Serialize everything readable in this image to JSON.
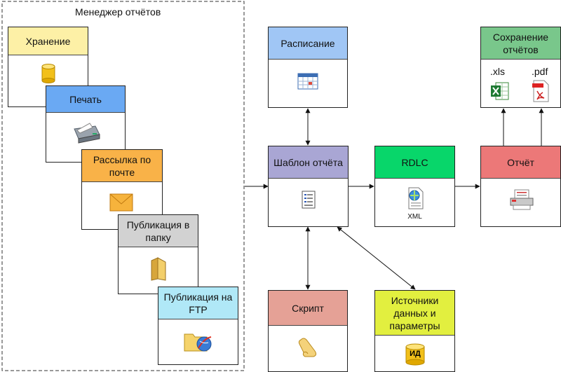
{
  "manager": {
    "title": "Менеджер отчётов",
    "items": [
      {
        "label": "Хранение",
        "icon": "database-icon"
      },
      {
        "label": "Печать",
        "icon": "printer-icon"
      },
      {
        "label": "Рассылка по почте",
        "icon": "envelope-icon"
      },
      {
        "label": "Публикация в папку",
        "icon": "folder-icon"
      },
      {
        "label": "Публикация на FTP",
        "icon": "ftp-folder-icon"
      }
    ]
  },
  "nodes": {
    "schedule": {
      "label": "Расписание",
      "icon": "calendar-icon"
    },
    "template": {
      "label": "Шаблон отчёта",
      "icon": "document-icon"
    },
    "rdlc": {
      "label": "RDLC",
      "icon": "xml-file-icon",
      "caption": "XML"
    },
    "report": {
      "label": "Отчёт",
      "icon": "report-printer-icon"
    },
    "save": {
      "label": "Сохранение отчётов",
      "xls": ".xls",
      "pdf": ".pdf"
    },
    "script": {
      "label": "Скрипт",
      "icon": "scroll-icon"
    },
    "sources": {
      "label": "Источники данных и параметры",
      "icon": "id-database-icon",
      "badge": "ИД"
    }
  },
  "colors": {
    "storage": "#fdf0a6",
    "print": "#6aa9f3",
    "mail": "#f9b248",
    "folder": "#d2d2d2",
    "ftp": "#b0e8f7",
    "schedule": "#a0c6f5",
    "template": "#a9a6d4",
    "rdlc": "#08d66a",
    "report": "#ec7878",
    "save": "#79c78b",
    "script": "#e5a196",
    "sources": "#e2ef3f"
  }
}
